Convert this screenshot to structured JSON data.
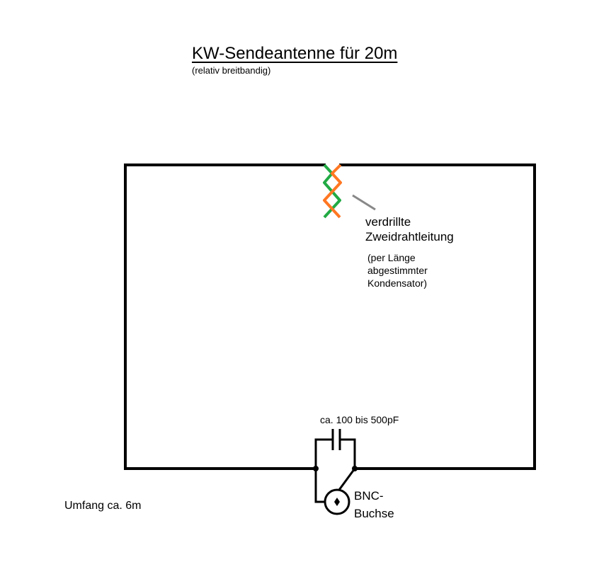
{
  "title": "KW-Sendeantenne für 20m",
  "subtitle": "(relativ breitbandig)",
  "twisted_pair": {
    "label_line1": "verdrillte",
    "label_line2": "Zweidrahtleitung",
    "note_line1": "(per Länge",
    "note_line2": "abgestimmter",
    "note_line3": "Kondensator)",
    "color_wire_a": "#22aa44",
    "color_wire_b": "#ff7722",
    "pointer_color": "#888888"
  },
  "capacitor": {
    "label": "ca. 100 bis 500pF"
  },
  "connector": {
    "label_line1": "BNC-",
    "label_line2": "Buchse"
  },
  "circumference": {
    "label": "Umfang ca. 6m"
  },
  "colors": {
    "loop": "#000000",
    "background": "#ffffff"
  }
}
